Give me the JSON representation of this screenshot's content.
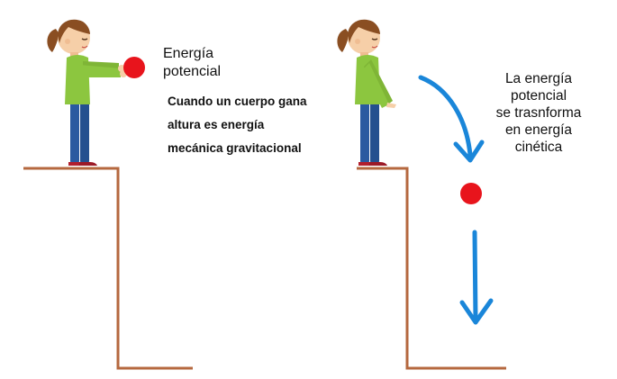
{
  "left_panel": {
    "title_lines": [
      "Energía",
      "potencial"
    ],
    "description_lines": [
      "Cuando un cuerpo gana",
      "altura  es energía",
      "mecánica gravitacional"
    ]
  },
  "right_panel": {
    "caption_lines": [
      "La energía",
      "potencial",
      "se trasnforma",
      "en energía",
      "cinética"
    ]
  },
  "colors": {
    "ground": "#b5683f",
    "ball": "#e8141c",
    "arrow": "#1a86d9",
    "shirt": "#8cc63f",
    "pants": "#2a5aa0",
    "hair": "#8a4e22",
    "skin": "#f6cfa8",
    "shoe": "#b21f2d"
  },
  "icons": {
    "figure": "girl-figure-icon",
    "ball": "ball-icon",
    "arrow": "arrow-down-icon"
  }
}
